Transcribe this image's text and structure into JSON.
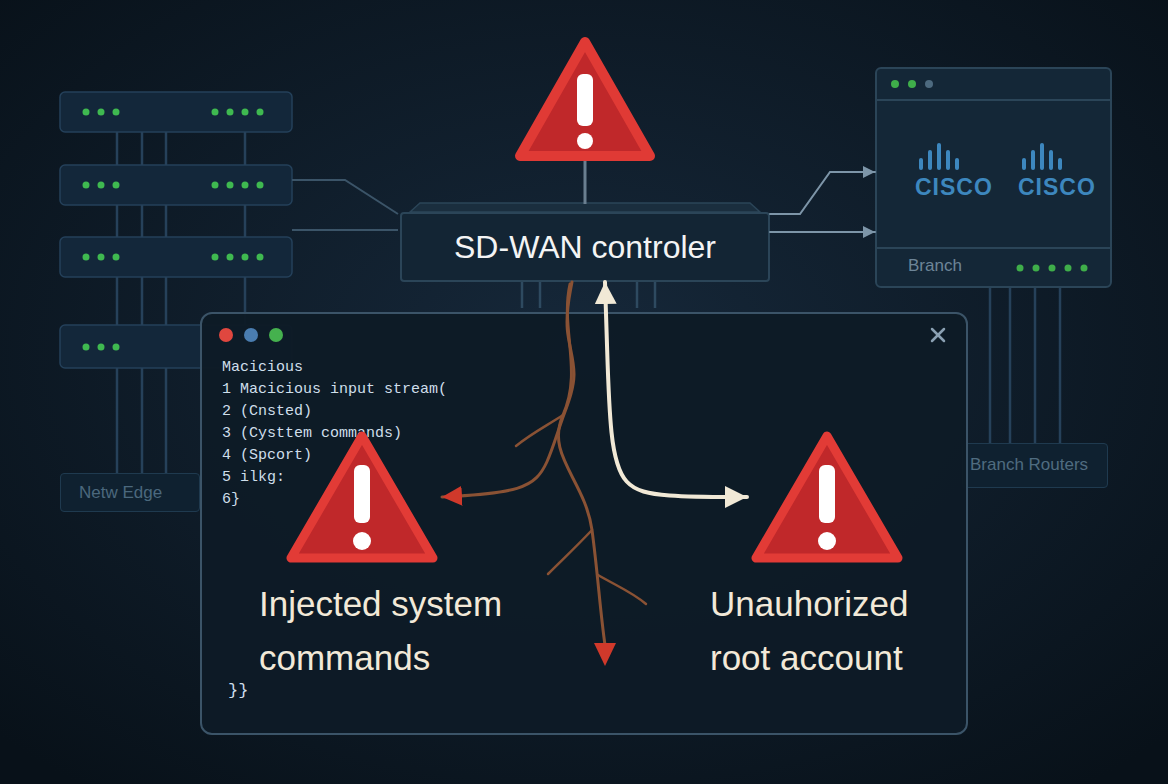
{
  "diagram": {
    "nodes": [
      {
        "text": [
          "SD-WAN controler"
        ]
      },
      {
        "text": [
          "CISCO",
          "CISCO",
          "Branch"
        ]
      },
      {
        "text": [
          "Macicious",
          "1 Macicious input stream(",
          "2 (Cnsted)",
          "3 (Cysttem commands)",
          "4 (Spcort)",
          "5 ilkg:",
          "6}",
          "}}"
        ]
      },
      {
        "text": [
          "Injected system commands"
        ],
        "in": 2
      },
      {
        "text": [
          "Unauhorized root account"
        ],
        "in": 2
      },
      {
        "text": [
          "Netw Edge"
        ]
      },
      {
        "text": [
          "Branch Routers"
        ]
      }
    ],
    "edges": [
      {
        "from": 0,
        "to": 1,
        "arrow": "to"
      },
      {
        "from": 0,
        "to": 1,
        "arrow": "to"
      },
      {
        "from": 0,
        "to": 3,
        "arrow": "to"
      },
      {
        "from": 0,
        "to": 4,
        "arrow": "both"
      }
    ]
  }
}
